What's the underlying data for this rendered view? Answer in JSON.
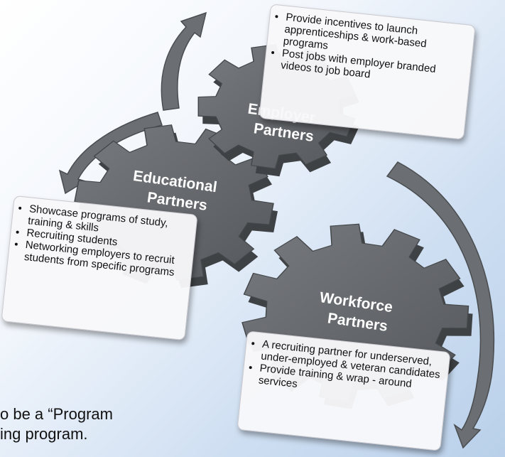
{
  "gears": {
    "employer": {
      "line1": "Employer",
      "line2": "Partners"
    },
    "educational": {
      "line1": "Educational",
      "line2": "Partners"
    },
    "workforce": {
      "line1": "Workforce",
      "line2": "Partners"
    }
  },
  "boxes": {
    "employer": [
      "Provide incentives to launch apprenticeships & work-based programs",
      "Post jobs with employer branded videos to job board"
    ],
    "educational": [
      "Showcase programs of study, training & skills",
      "Recruiting students",
      "Networking employers to recruit students from specific programs"
    ],
    "workforce": [
      "A recruiting partner for underserved, under-employed & veteran candidates",
      "Provide training & wrap - around services"
    ]
  },
  "footer": {
    "line1": "o be a “Program",
    "line2": "ing program."
  },
  "colors": {
    "gear_fill": "#6b6e72",
    "gear_dark": "#3f4245",
    "arrow_fill": "#6b6e72"
  }
}
